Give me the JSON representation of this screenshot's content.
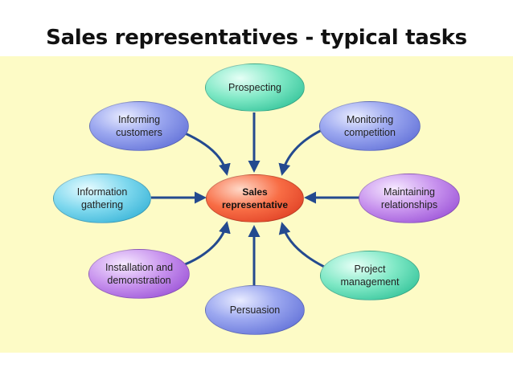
{
  "title": "Sales representatives - typical tasks",
  "diagram": {
    "center": "Sales\nrepresentative",
    "nodes": {
      "prospecting": "Prospecting",
      "informing_customers": "Informing\ncustomers",
      "monitoring_competition": "Monitoring\ncompetition",
      "information_gathering": "Information\ngathering",
      "maintaining_relationships": "Maintaining\nrelationships",
      "installation_demonstration": "Installation and\ndemonstration",
      "project_management": "Project\nmanagement",
      "persuasion": "Persuasion"
    }
  },
  "colors": {
    "panel_background": "#fdfbc6",
    "arrow": "#244a8f",
    "center_node": "#f0522d"
  }
}
